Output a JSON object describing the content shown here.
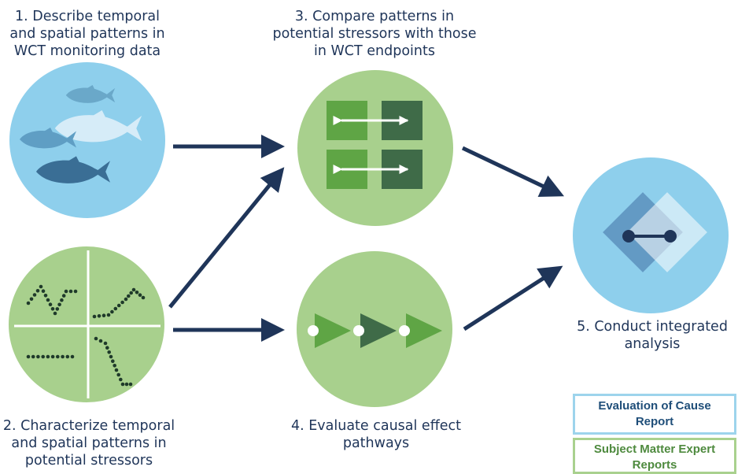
{
  "colors": {
    "sky_circle": "#8ecfec",
    "sage_circle": "#a8d08d",
    "navy": "#1f3559",
    "green_light": "#5fa545",
    "green_dark": "#3f6b48",
    "diamond_blue": "#5e93c0",
    "dot_dark": "#1f3a2a"
  },
  "steps": [
    {
      "id": "step1",
      "label": "1. Describe temporal\nand spatial patterns in\nWCT monitoring data",
      "icon": "fish-icon"
    },
    {
      "id": "step2",
      "label": "2. Characterize temporal\nand spatial patterns in\npotential stressors",
      "icon": "scatter-quadrant-icon"
    },
    {
      "id": "step3",
      "label": "3. Compare patterns in\npotential stressors with those\nin WCT endpoints",
      "icon": "compare-arrows-icon"
    },
    {
      "id": "step4",
      "label": "4. Evaluate causal effect\npathways",
      "icon": "triangle-pathway-icon"
    },
    {
      "id": "step5",
      "label": "5. Conduct integrated\nanalysis",
      "icon": "diamond-link-icon"
    }
  ],
  "legend": {
    "cause": "Evaluation of Cause\nReport",
    "sme": "Subject Matter Expert\nReports"
  }
}
